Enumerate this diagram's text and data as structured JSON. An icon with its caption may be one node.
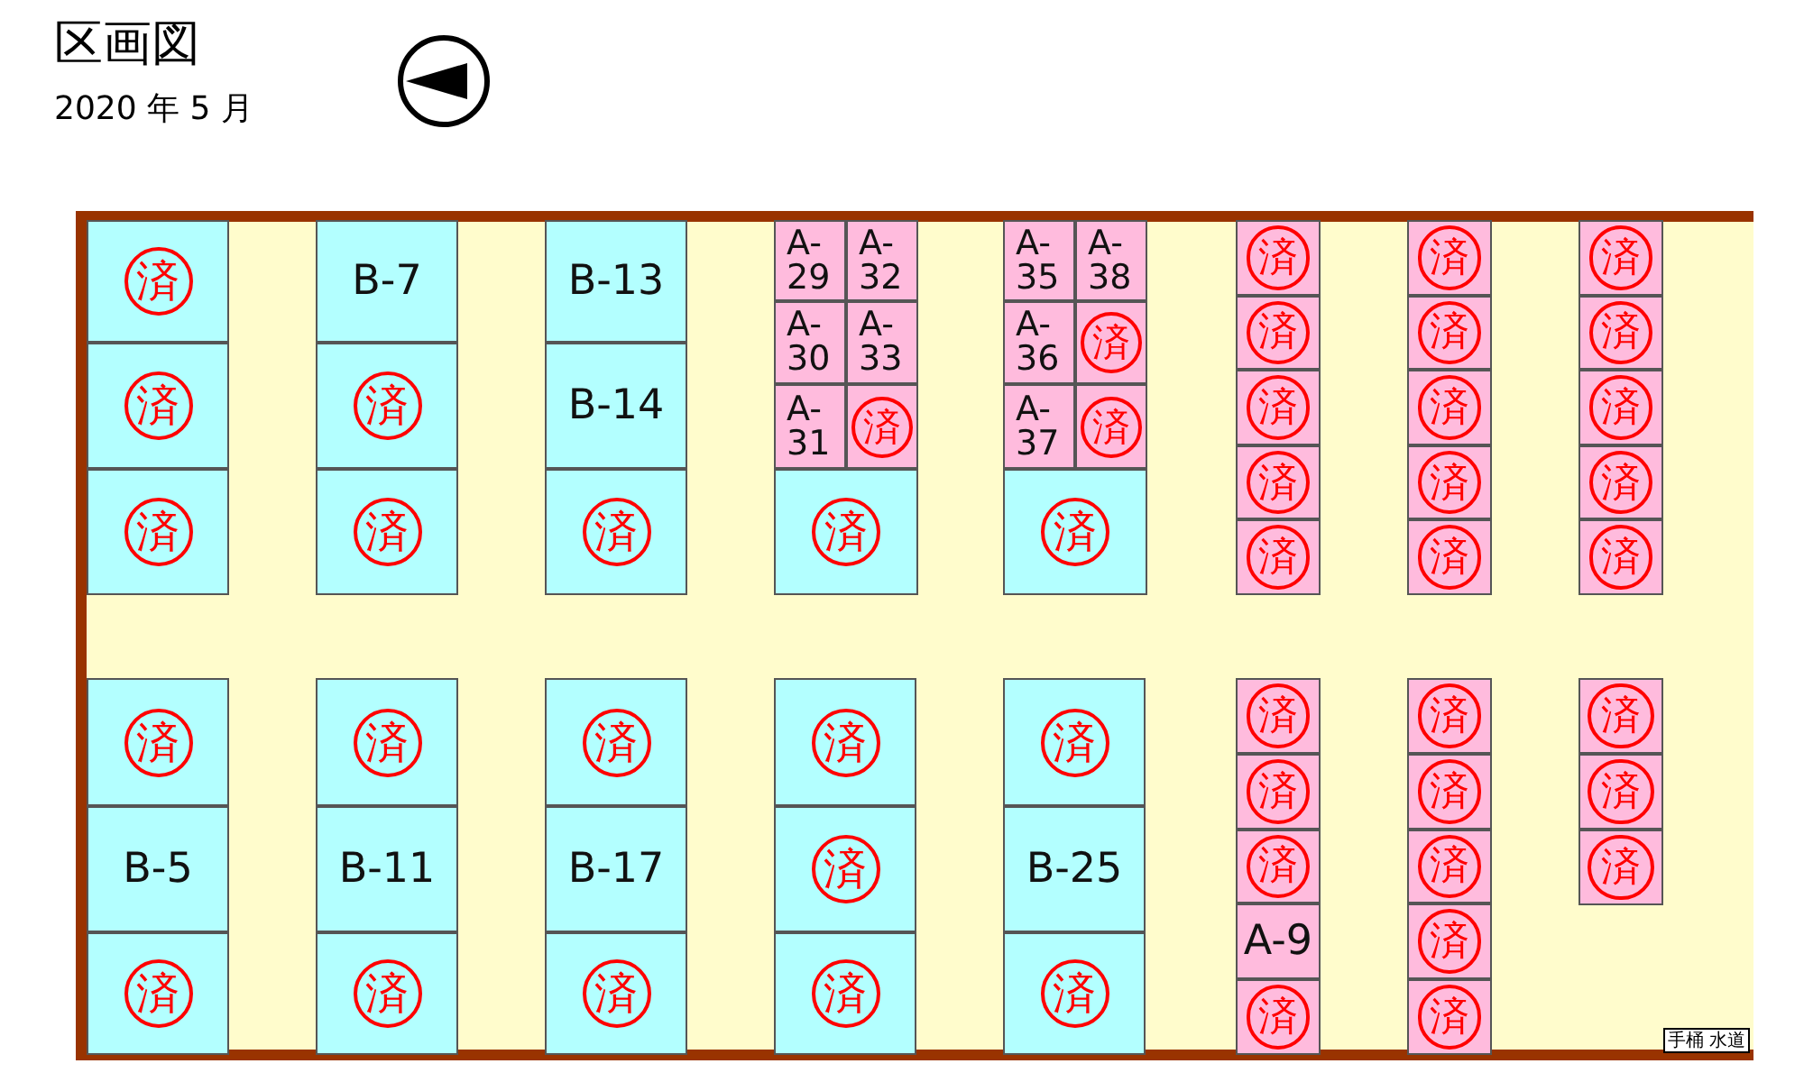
{
  "diagram": {
    "title": "区画図",
    "nodes": [
      {
        "text": [
          "済"
        ]
      },
      {
        "text": [
          "済"
        ]
      },
      {
        "text": [
          "済"
        ]
      },
      {
        "text": [
          "B-7"
        ]
      },
      {
        "text": [
          "済"
        ]
      },
      {
        "text": [
          "済"
        ]
      },
      {
        "text": [
          "B-13"
        ]
      },
      {
        "text": [
          "B-14"
        ]
      },
      {
        "text": [
          "済"
        ]
      },
      {
        "text": [
          "A-29"
        ]
      },
      {
        "text": [
          "A-32"
        ]
      },
      {
        "text": [
          "A-30"
        ]
      },
      {
        "text": [
          "A-33"
        ]
      },
      {
        "text": [
          "A-31"
        ]
      },
      {
        "text": [
          "済"
        ]
      },
      {
        "text": [
          "済"
        ]
      },
      {
        "text": [
          "A-35"
        ]
      },
      {
        "text": [
          "A-38"
        ]
      },
      {
        "text": [
          "A-36"
        ]
      },
      {
        "text": [
          "済"
        ]
      },
      {
        "text": [
          "A-37"
        ]
      },
      {
        "text": [
          "済"
        ]
      },
      {
        "text": [
          "済"
        ]
      },
      {
        "text": [
          "済"
        ]
      },
      {
        "text": [
          "済"
        ]
      },
      {
        "text": [
          "済"
        ]
      },
      {
        "text": [
          "済"
        ]
      },
      {
        "text": [
          "済"
        ]
      },
      {
        "text": [
          "済"
        ]
      },
      {
        "text": [
          "済"
        ]
      },
      {
        "text": [
          "済"
        ]
      },
      {
        "text": [
          "済"
        ]
      },
      {
        "text": [
          "済"
        ]
      },
      {
        "text": [
          "済"
        ]
      },
      {
        "text": [
          "済"
        ]
      },
      {
        "text": [
          "済"
        ]
      },
      {
        "text": [
          "済"
        ]
      },
      {
        "text": [
          "済"
        ]
      },
      {
        "text": [
          "済"
        ]
      },
      {
        "text": [
          "B-5"
        ]
      },
      {
        "text": [
          "済"
        ]
      },
      {
        "text": [
          "済"
        ]
      },
      {
        "text": [
          "B-11"
        ]
      },
      {
        "text": [
          "済"
        ]
      },
      {
        "text": [
          "済"
        ]
      },
      {
        "text": [
          "B-17"
        ]
      },
      {
        "text": [
          "済"
        ]
      },
      {
        "text": [
          "済"
        ]
      },
      {
        "text": [
          "済"
        ]
      },
      {
        "text": [
          "済"
        ]
      },
      {
        "text": [
          "済"
        ]
      },
      {
        "text": [
          "B-25"
        ]
      },
      {
        "text": [
          "済"
        ]
      },
      {
        "text": [
          "済"
        ]
      },
      {
        "text": [
          "済"
        ]
      },
      {
        "text": [
          "済"
        ]
      },
      {
        "text": [
          "A-9"
        ]
      },
      {
        "text": [
          "済"
        ]
      },
      {
        "text": [
          "済"
        ]
      },
      {
        "text": [
          "済"
        ]
      },
      {
        "text": [
          "済"
        ]
      },
      {
        "text": [
          "済"
        ]
      },
      {
        "text": [
          "済"
        ]
      },
      {
        "text": [
          "済"
        ]
      },
      {
        "text": [
          "済"
        ]
      },
      {
        "text": [
          "済"
        ]
      },
      {
        "text": [
          "手桶 水道"
        ]
      }
    ],
    "labels": [
      "2020 年 5 月"
    ]
  }
}
